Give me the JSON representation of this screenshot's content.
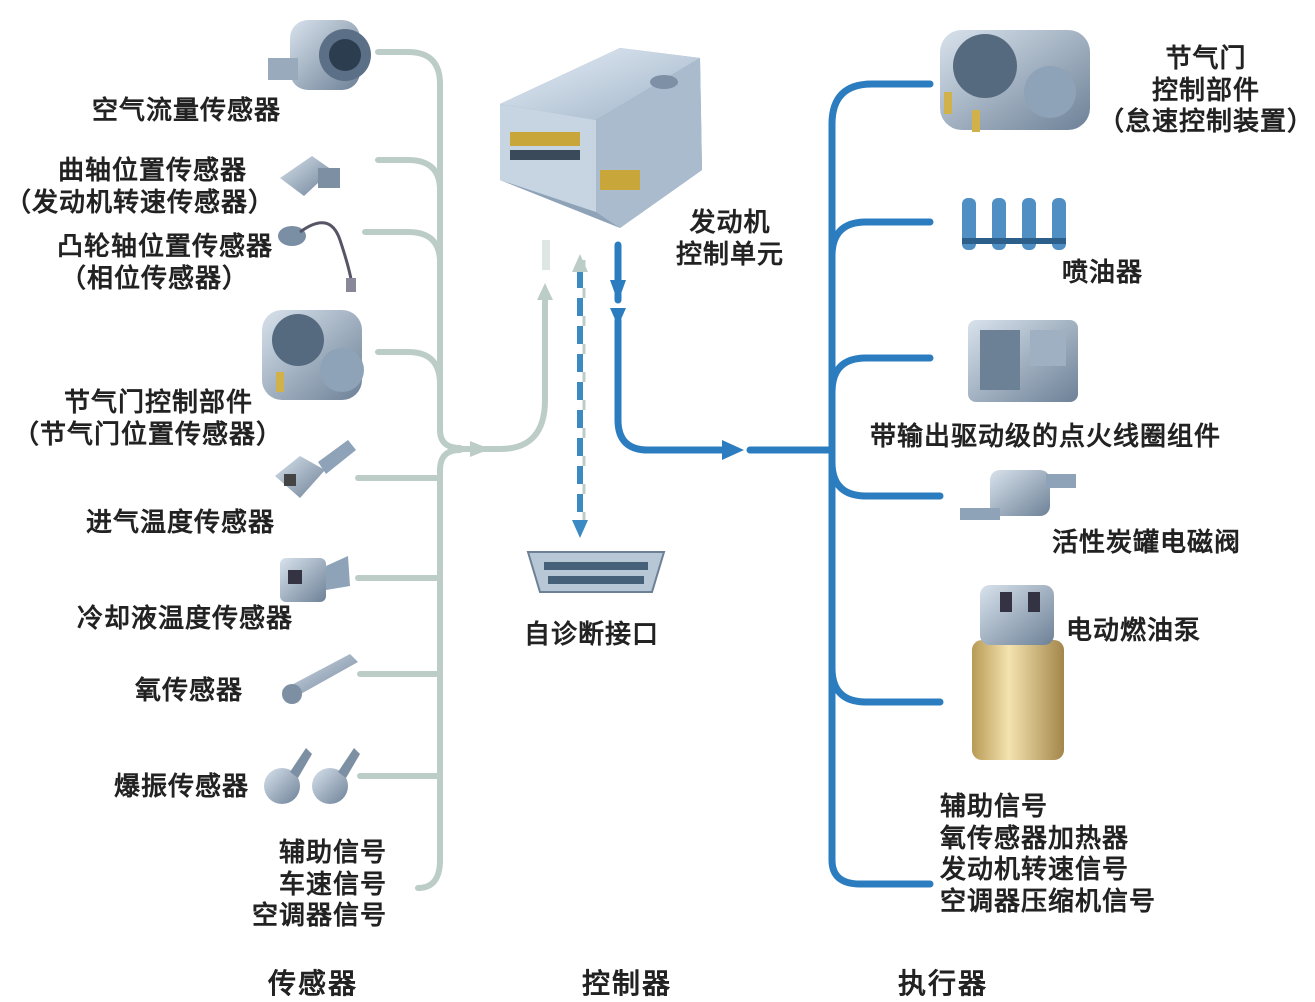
{
  "colors": {
    "sensor_line": "#bccdc8",
    "actuator_line": "#2c7dbf",
    "diag_line": "#3b8ac4"
  },
  "sensors": [
    {
      "id": "maf",
      "lines": [
        "空气流量传感器"
      ],
      "icon": "air-flow-sensor-icon"
    },
    {
      "id": "crank",
      "lines": [
        "曲轴位置传感器",
        "（发动机转速传感器）"
      ],
      "icon": "crankshaft-sensor-icon"
    },
    {
      "id": "cam",
      "lines": [
        "凸轮轴位置传感器",
        "（相位传感器）"
      ],
      "icon": "camshaft-sensor-icon"
    },
    {
      "id": "throttle",
      "lines": [
        "节气门控制部件",
        "（节气门位置传感器）"
      ],
      "icon": "throttle-body-icon"
    },
    {
      "id": "iat",
      "lines": [
        "进气温度传感器"
      ],
      "icon": "intake-temp-sensor-icon"
    },
    {
      "id": "ect",
      "lines": [
        "冷却液温度传感器"
      ],
      "icon": "coolant-temp-sensor-icon"
    },
    {
      "id": "o2",
      "lines": [
        "氧传感器"
      ],
      "icon": "oxygen-sensor-icon"
    },
    {
      "id": "knock",
      "lines": [
        "爆振传感器"
      ],
      "icon": "knock-sensor-icon"
    },
    {
      "id": "aux",
      "lines": [
        "辅助信号",
        "车速信号",
        "空调器信号"
      ]
    }
  ],
  "controller": {
    "ecu_lines": [
      "发动机",
      "控制单元"
    ],
    "diag_port": "自诊断接口"
  },
  "actuators": [
    {
      "id": "throttle_ctrl",
      "lines": [
        "节气门",
        "控制部件",
        "（怠速控制装置）"
      ],
      "icon": "throttle-actuator-icon"
    },
    {
      "id": "injector",
      "lines": [
        "喷油器"
      ],
      "icon": "fuel-injector-icon"
    },
    {
      "id": "ignition",
      "lines": [
        "带输出驱动级的点火线圈组件"
      ],
      "icon": "ignition-coil-icon"
    },
    {
      "id": "canister",
      "lines": [
        "活性炭罐电磁阀"
      ],
      "icon": "canister-valve-icon"
    },
    {
      "id": "fuel_pump",
      "lines": [
        "电动燃油泵"
      ],
      "icon": "fuel-pump-icon"
    },
    {
      "id": "aux_out",
      "lines": [
        "辅助信号",
        "氧传感器加热器",
        "发动机转速信号",
        "空调器压缩机信号"
      ]
    }
  ],
  "footer": {
    "sensors": "传感器",
    "controller": "控制器",
    "actuators": "执行器"
  }
}
